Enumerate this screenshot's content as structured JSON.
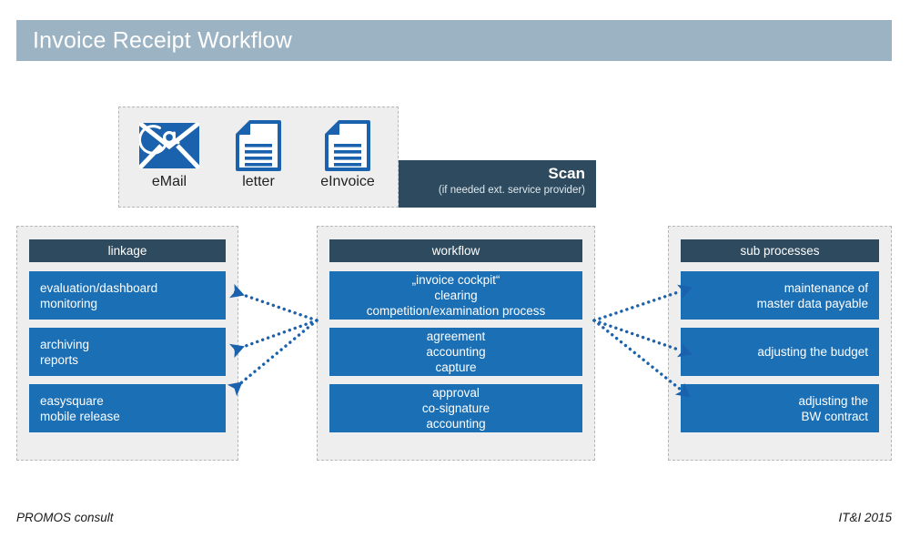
{
  "header": {
    "title": "Invoice Receipt Workflow",
    "bar_color": "#9cb3c4"
  },
  "sources": {
    "items": [
      {
        "icon": "email-icon",
        "label": "eMail"
      },
      {
        "icon": "document-icon",
        "label": "letter"
      },
      {
        "icon": "document-icon",
        "label": "eInvoice"
      }
    ]
  },
  "scan": {
    "title": "Scan",
    "subtitle": "(if needed ext. service provider)",
    "color": "#2d4a5e"
  },
  "columns": {
    "linkage": {
      "header": "linkage",
      "boxes": [
        {
          "lines": [
            "evaluation/dashboard",
            "monitoring"
          ]
        },
        {
          "lines": [
            "archiving",
            "reports"
          ]
        },
        {
          "lines": [
            "easysquare",
            "mobile release"
          ]
        }
      ]
    },
    "workflow": {
      "header": "workflow",
      "boxes": [
        {
          "lines": [
            "„invoice cockpit“",
            "clearing",
            "competition/examination process"
          ]
        },
        {
          "lines": [
            "agreement",
            "accounting",
            "capture"
          ]
        },
        {
          "lines": [
            "approval",
            "co-signature",
            "accounting"
          ]
        }
      ]
    },
    "sub_processes": {
      "header": "sub processes",
      "boxes": [
        {
          "lines": [
            "maintenance of",
            "master data payable"
          ]
        },
        {
          "lines": [
            "adjusting the budget"
          ]
        },
        {
          "lines": [
            "adjusting the",
            "BW contract"
          ]
        }
      ]
    }
  },
  "footer": {
    "left": "PROMOS consult",
    "right": "IT&I 2015"
  },
  "colors": {
    "box_blue": "#1a6fb5",
    "header_navy": "#2d4a5e",
    "panel_gray": "#eeeeee",
    "arrow_blue": "#1a62ad"
  }
}
